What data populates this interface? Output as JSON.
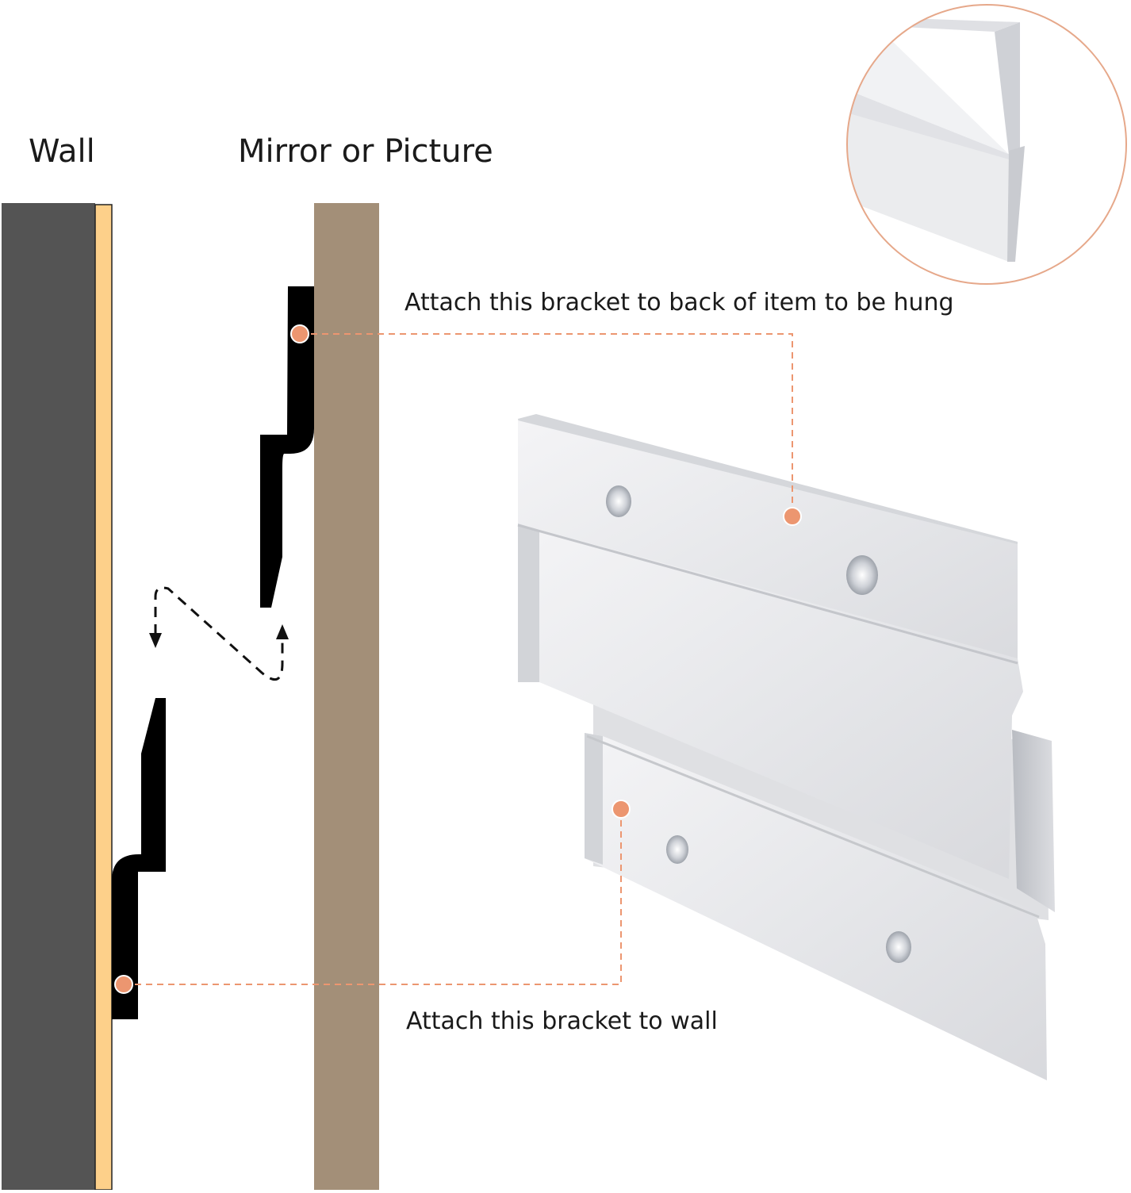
{
  "labels": {
    "wall": "Wall",
    "mirror_or_picture": "Mirror or Picture",
    "top_bracket_callout": "Attach this bracket to back of item to be hung",
    "wall_bracket_callout": "Attach this bracket to wall"
  },
  "colors": {
    "wall": "#545454",
    "wall_strip": "#fdd08a",
    "mirror_panel": "#a38f78",
    "bracket": "#000000",
    "callout": "#ec9670",
    "aluminum": "#e9e9eb",
    "aluminum_shadow": "#c9cbcf",
    "zoom_circle_border": "#e6a88a"
  },
  "icons": {
    "hang_motion": "dashed-z-arrow-icon",
    "callout_marker": "orange-dot-icon"
  }
}
